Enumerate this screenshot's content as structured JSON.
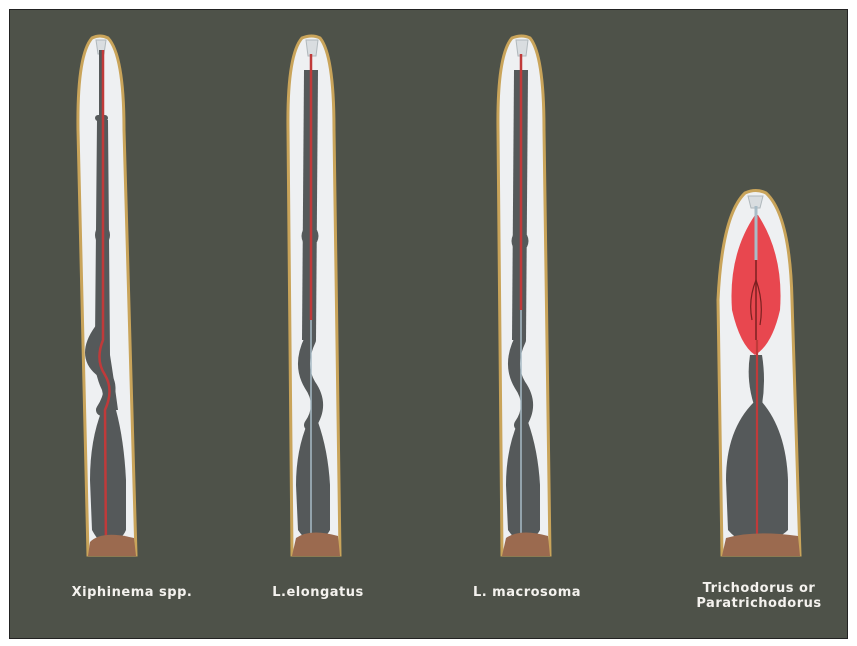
{
  "labels": {
    "xiphinema": "Xiphinema spp.",
    "l_elongatus": "L.elongatus",
    "l_macrosoma": "L. macrosoma",
    "trichodorus_line1": "Trichodorus or",
    "trichodorus_line2": "Paratrichodorus"
  },
  "colors": {
    "background": "#4e5249",
    "body_fill": "#eef0f2",
    "cuticle_outline": "#c9a45a",
    "esophagus": "#55595a",
    "stylet": "#a8bcc7",
    "stylet_red": "#c03a3a",
    "bulb_red": "#e8474f",
    "base": "#9b6a4f"
  }
}
